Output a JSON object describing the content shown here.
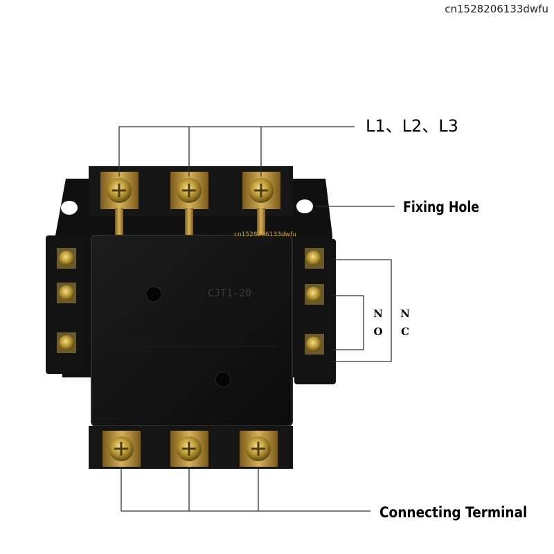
{
  "watermark": "cn1528206133dwfu",
  "center_watermark": "cn1528206133dwfu",
  "labels": {
    "phases": "L1、L2、L3",
    "fixing_hole": "Fixing Hole",
    "connecting_terminal": "Connecting Terminal",
    "no_top": "N",
    "no_bottom": "O",
    "nc_top": "N",
    "nc_bottom": "C"
  },
  "body_marking": "CJT1-20",
  "colors": {
    "housing": "#141414",
    "terminal_brass": "#b8892a",
    "leader_line": "#333333"
  }
}
